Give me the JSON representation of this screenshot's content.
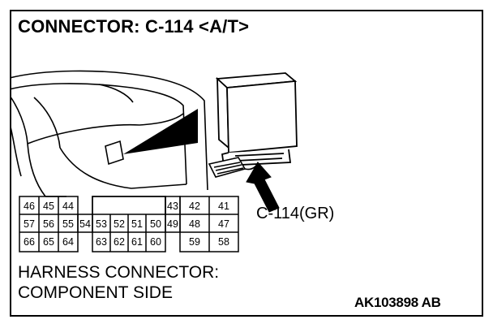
{
  "diagram": {
    "title": "CONNECTOR: C-114 <A/T>",
    "connector_callout": "C-114(GR)",
    "caption_line1": "HARNESS CONNECTOR:",
    "caption_line2": "COMPONENT SIDE",
    "reference_code": "AK103898 AB",
    "pin_rows": [
      [
        "46",
        "45",
        "44",
        "43",
        "42",
        "41"
      ],
      [
        "57",
        "56",
        "55",
        "54",
        "53",
        "52",
        "51",
        "50",
        "49",
        "48",
        "47"
      ],
      [
        "66",
        "65",
        "64",
        "63",
        "62",
        "61",
        "60",
        "59",
        "58"
      ]
    ]
  }
}
